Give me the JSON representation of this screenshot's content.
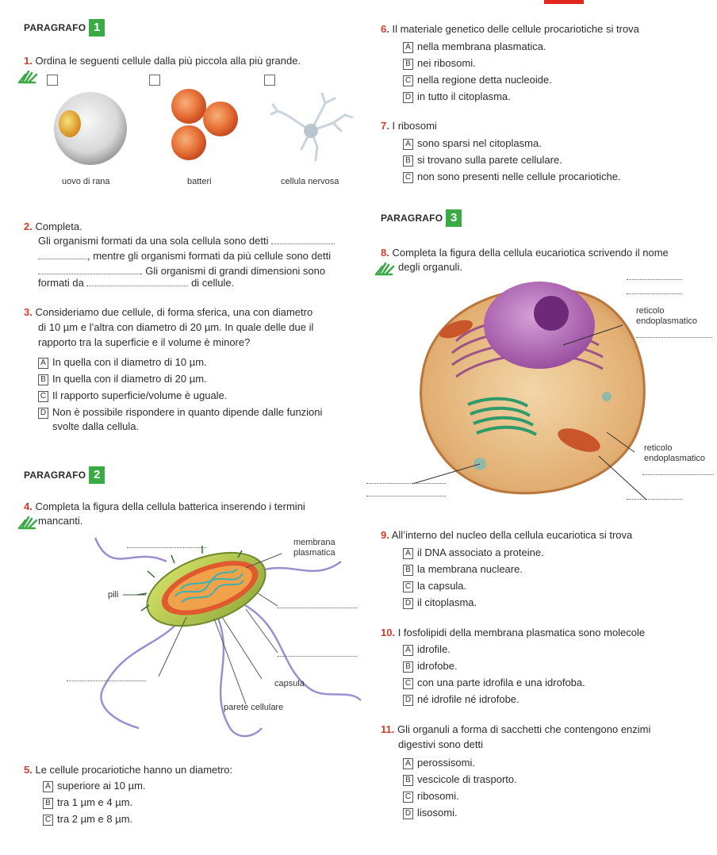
{
  "top_bar_color": "#e0261d",
  "accent_red": "#d33b2a",
  "accent_green": "#3aaa45",
  "left": {
    "para1": {
      "label": "PARAGRAFO",
      "num": "1"
    },
    "q1": {
      "num": "1.",
      "text": "Ordina le seguenti cellule dalla più piccola alla più grande.",
      "captions": [
        "uovo di rana",
        "batteri",
        "cellula nervosa"
      ]
    },
    "q2": {
      "num": "2.",
      "title": "Completa.",
      "lines": [
        "Gli organismi formati da una sola cellula sono detti",
        ", mentre gli organismi formati da più cellule sono detti",
        ". Gli organismi di grandi dimensioni sono",
        "formati da",
        "di cellule."
      ]
    },
    "q3": {
      "num": "3.",
      "lines": [
        "Consideriamo due cellule, di forma sferica, una con diametro",
        "di 10 µm e l’altra con diametro di 20 µm. In quale delle due il",
        "rapporto tra la superficie e il volume è minore?"
      ],
      "options": [
        {
          "letter": "A",
          "text": "In quella con il diametro di 10 µm."
        },
        {
          "letter": "B",
          "text": "In quella con il diametro di 20 µm."
        },
        {
          "letter": "C",
          "text": "Il rapporto superficie/volume è uguale."
        },
        {
          "letter": "D",
          "text": "Non è possibile rispondere in quanto dipende dalle funzioni"
        }
      ],
      "option_d_cont": "svolte dalla cellula."
    },
    "para2": {
      "label": "PARAGRAFO",
      "num": "2"
    },
    "q4": {
      "num": "4.",
      "lines": [
        "Completa la figura della cellula batterica inserendo i termini",
        "mancanti."
      ],
      "labels": {
        "membrana1": "membrana",
        "membrana2": "plasmatica",
        "pili": "pili",
        "capsula": "capsula",
        "parete": "parete cellulare"
      }
    },
    "q5": {
      "num": "5.",
      "text": "Le cellule procariotiche hanno un diametro:",
      "options": [
        {
          "letter": "A",
          "text": "superiore ai 10 µm."
        },
        {
          "letter": "B",
          "text": "tra 1 µm e 4 µm."
        },
        {
          "letter": "C",
          "text": "tra 2 µm e 8 µm."
        }
      ]
    }
  },
  "right": {
    "q6": {
      "num": "6.",
      "text": "Il materiale genetico delle cellule procariotiche si trova",
      "options": [
        {
          "letter": "A",
          "text": "nella membrana plasmatica."
        },
        {
          "letter": "B",
          "text": "nei ribosomi."
        },
        {
          "letter": "C",
          "text": "nella regione detta nucleoide."
        },
        {
          "letter": "D",
          "text": "in tutto il citoplasma."
        }
      ]
    },
    "q7": {
      "num": "7.",
      "text": "I ribosomi",
      "options": [
        {
          "letter": "A",
          "text": "sono sparsi nel citoplasma."
        },
        {
          "letter": "B",
          "text": "si trovano sulla parete cellulare."
        },
        {
          "letter": "C",
          "text": "non sono presenti nelle cellule procariotiche."
        }
      ]
    },
    "para3": {
      "label": "PARAGRAFO",
      "num": "3"
    },
    "q8": {
      "num": "8.",
      "lines": [
        "Completa la figura della cellula eucariotica scrivendo il nome",
        "degli organuli."
      ],
      "labels": {
        "rer1": "reticolo",
        "rer2": "endoplasmatico",
        "ser1": "reticolo",
        "ser2": "endoplasmatico"
      }
    },
    "q9": {
      "num": "9.",
      "text": "All’interno del nucleo della cellula eucariotica si trova",
      "options": [
        {
          "letter": "A",
          "text": "il DNA associato a proteine."
        },
        {
          "letter": "B",
          "text": "la membrana nucleare."
        },
        {
          "letter": "C",
          "text": "la capsula."
        },
        {
          "letter": "D",
          "text": "il citoplasma."
        }
      ]
    },
    "q10": {
      "num": "10.",
      "text": "I fosfolipidi della membrana plasmatica sono molecole",
      "options": [
        {
          "letter": "A",
          "text": "idrofile."
        },
        {
          "letter": "B",
          "text": "idrofobe."
        },
        {
          "letter": "C",
          "text": "con una parte idrofila e una idrofoba."
        },
        {
          "letter": "D",
          "text": "né idrofile né idrofobe."
        }
      ]
    },
    "q11": {
      "num": "11.",
      "lines": [
        "Gli organuli a forma di sacchetti che contengono enzimi",
        "digestivi sono detti"
      ],
      "options": [
        {
          "letter": "A",
          "text": "perossisomi."
        },
        {
          "letter": "B",
          "text": "vescicole di trasporto."
        },
        {
          "letter": "C",
          "text": "ribosomi."
        },
        {
          "letter": "D",
          "text": "lisosomi."
        }
      ]
    }
  }
}
